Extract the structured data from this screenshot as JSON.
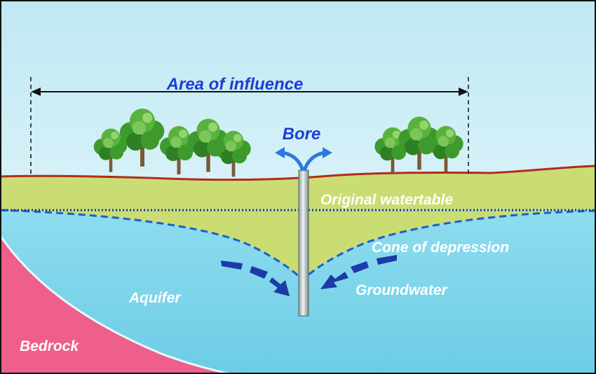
{
  "labels": {
    "area_of_influence": "Area of influence",
    "bore": "Bore",
    "original_watertable": "Original watertable",
    "cone_of_depression": "Cone of depression",
    "groundwater": "Groundwater",
    "aquifer": "Aquifer",
    "bedrock": "Bedrock"
  },
  "colors": {
    "sky": "#d6f1f8",
    "ground_surface": "#b22a1e",
    "unsaturated_soil": "#c9dd72",
    "aquifer_water": "#7fd7ec",
    "bedrock": "#ee5f8c",
    "label_blue": "#1c3fd4",
    "label_white": "#ffffff",
    "flow_arrow": "#1c3aa8",
    "bore_pipe": "#b9c4c4",
    "tree_foliage": "#3f9a2e",
    "tree_trunk": "#7a5a36"
  },
  "icons": [
    "tree-icon",
    "water-spout-icon",
    "flow-arrow-icon"
  ]
}
